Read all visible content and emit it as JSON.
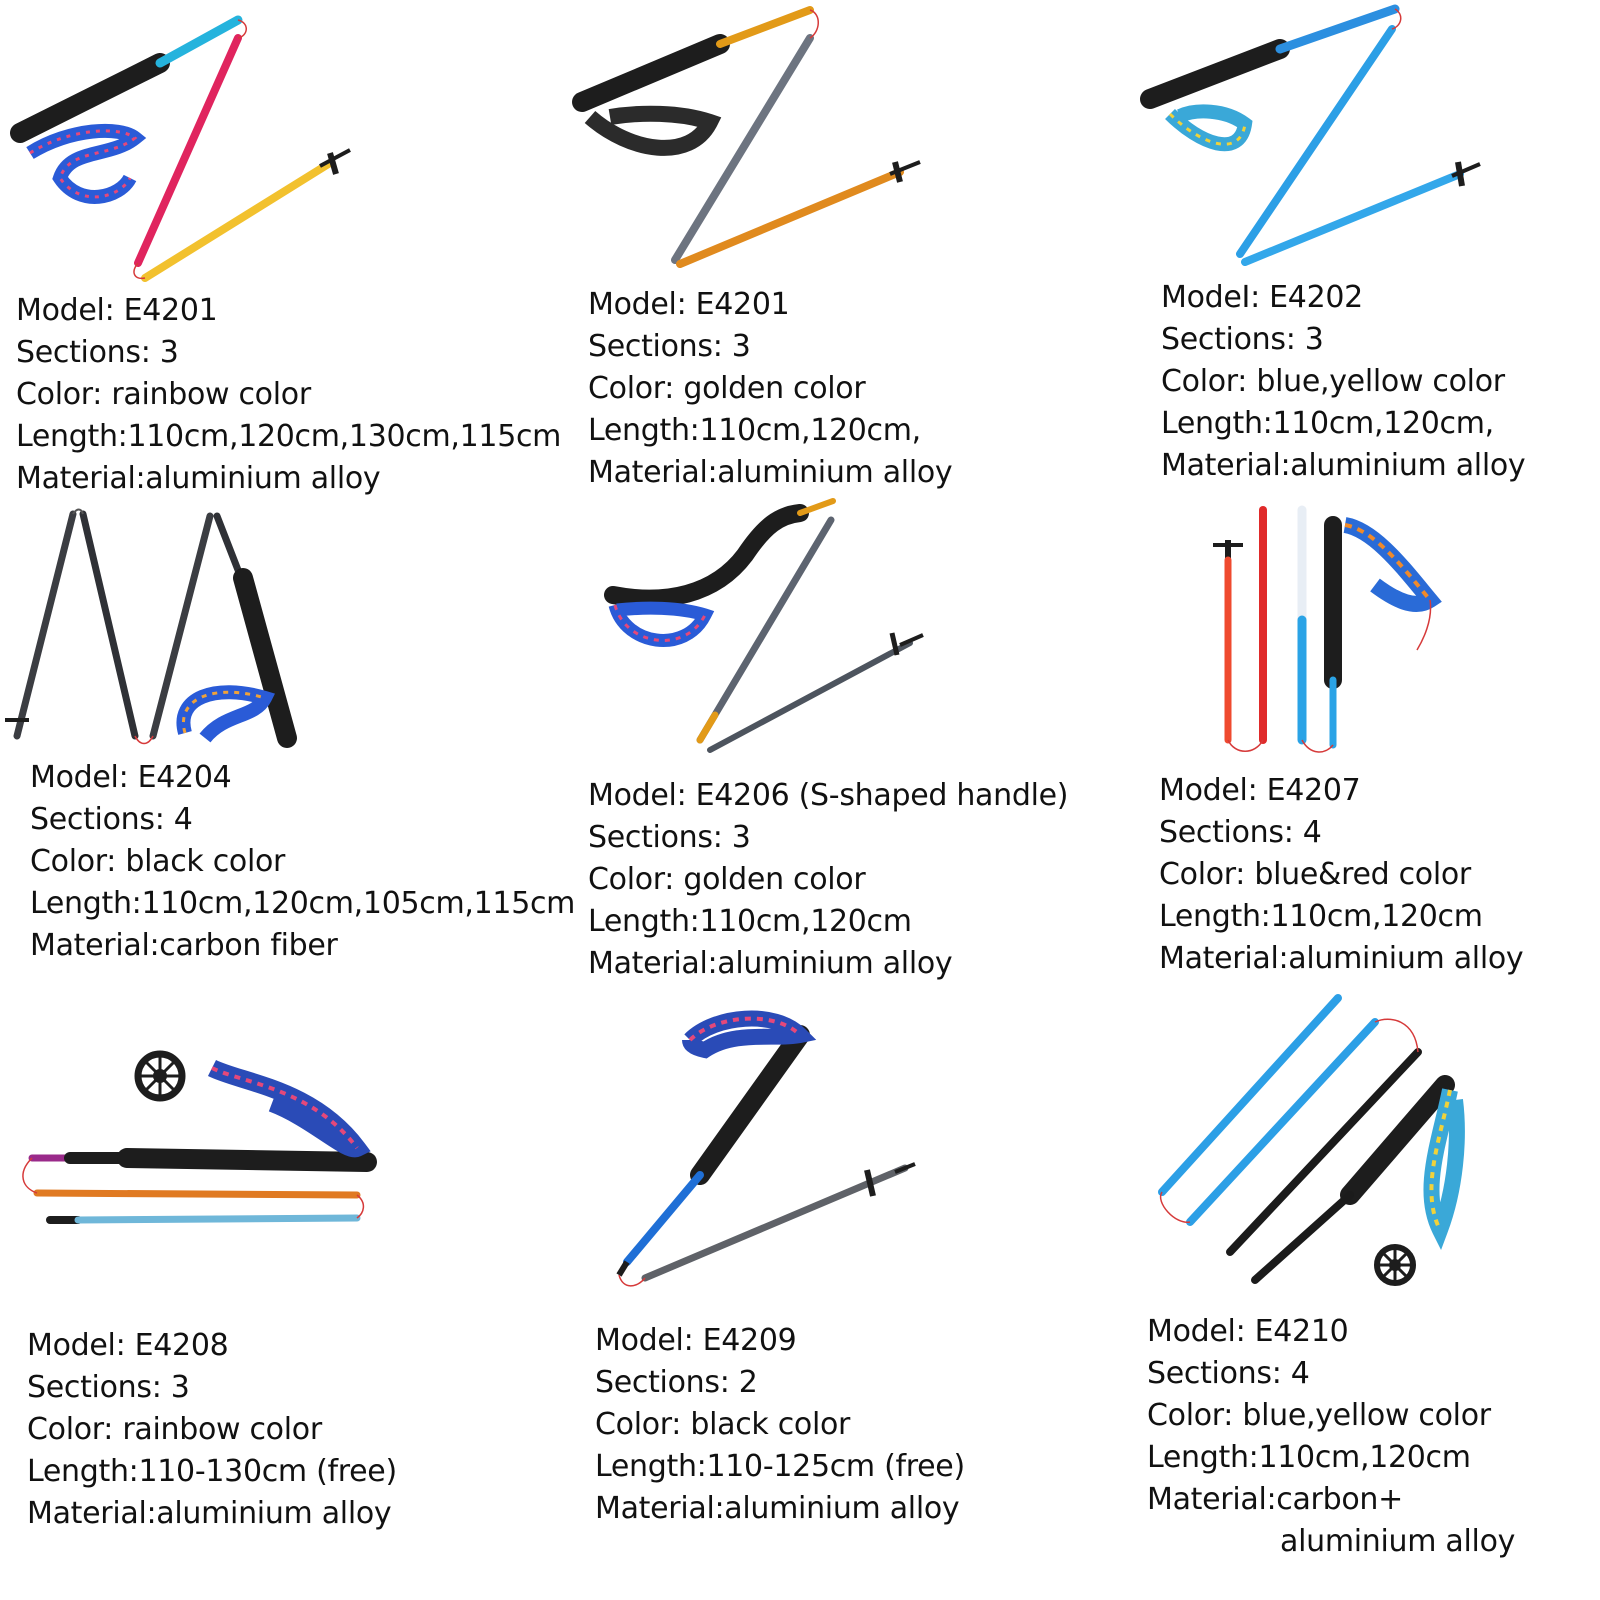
{
  "products": [
    {
      "model": "Model: E4201",
      "sections": "Sections: 3",
      "color": "Color: rainbow color",
      "length": "Length:110cm,120cm,130cm,115cm",
      "material": "Material:aluminium alloy",
      "palette": {
        "handle": "#1d1d1d",
        "s1": "#25b3dd",
        "s2": "#e0245e",
        "s3": "#f2c12e",
        "strap": "#2a5bd7",
        "strap2": "#e5487a"
      }
    },
    {
      "model": "Model: E4201",
      "sections": "Sections: 3",
      "color": "Color: golden color",
      "length": "Length:110cm,120cm,",
      "material": "Material:aluminium alloy",
      "palette": {
        "handle": "#1d1d1d",
        "s1": "#e29a18",
        "s2": "#6d7480",
        "s3": "#e08a1e",
        "strap": "#2b2b2b",
        "strap2": "#d9a23a"
      }
    },
    {
      "model": "ModeI: E4202",
      "sections": "Sections: 3",
      "color": "Color: blue,yellow color",
      "length": "Length:110cm,120cm,",
      "material": "Material:aluminium alloy",
      "palette": {
        "handle": "#1d1d1d",
        "s1": "#2c8fe0",
        "s2": "#2c9fe6",
        "s3": "#33a7ea",
        "strap": "#3aa8d8",
        "strap2": "#f0d23a"
      }
    },
    {
      "model": "Model: E4204",
      "sections": "Sections: 4",
      "color": "Color: black color",
      "length": "Length:110cm,120cm,105cm,115cm",
      "material": "Material:carbon fiber",
      "palette": {
        "handle": "#1d1d1d",
        "s1": "#3b3d42",
        "s2": "#2f3136",
        "s3": "#3b3d42",
        "strap": "#2a5bd7",
        "strap2": "#f0a23a"
      }
    },
    {
      "model": "Model: E4206 (S-shaped handle)",
      "sections": "Sections: 3",
      "color": "Color: golden color",
      "length": "Length:110cm,120cm",
      "material": "Material:aluminium alloy",
      "palette": {
        "handle": "#1d1d1d",
        "s1": "#e29a18",
        "s2": "#5d6470",
        "s3": "#4d545e",
        "strap": "#2a5bd7",
        "strap2": "#e5487a"
      }
    },
    {
      "model": "Model: E4207",
      "sections": "Sections: 4",
      "color": "Color: blue&red color",
      "length": "Length:110cm,120cm",
      "material": "Material:aluminium alloy",
      "palette": {
        "handle": "#1d1d1d",
        "s1": "#ef4a2f",
        "s2": "#e02a2a",
        "s3": "#2aa3e6",
        "strap": "#2a6bd7",
        "strap2": "#f08a2a"
      }
    },
    {
      "model": "Model: E4208",
      "sections": "Sections: 3",
      "color": "Color: rainbow color",
      "length": "Length:110-130cm (free)",
      "material": "Material:aluminium alloy",
      "palette": {
        "handle": "#1d1d1d",
        "s1": "#9a2a8a",
        "s2": "#e07a22",
        "s3": "#6fb7d9",
        "strap": "#2a4bb7",
        "strap2": "#e5487a"
      }
    },
    {
      "model": "Model: E4209",
      "sections": "Sections: 2",
      "color": "Color: black color",
      "length": "Length:110-125cm (free)",
      "material": "Material:aluminium alloy",
      "palette": {
        "handle": "#1d1d1d",
        "s1": "#1f6fd6",
        "s2": "#5f6268",
        "s3": "#5f6268",
        "strap": "#2a4bb7",
        "strap2": "#e5487a"
      }
    },
    {
      "model": "Model: E4210",
      "sections": "Sections: 4",
      "color": "Color: blue,yellow color",
      "length": "Length:110cm,120cm",
      "material": "Material:carbon+",
      "material2": "aluminium alloy",
      "palette": {
        "handle": "#1d1d1d",
        "s1": "#2c9fe6",
        "s2": "#2c9fe6",
        "s3": "#1b1b1b",
        "strap": "#3aa8d8",
        "strap2": "#f0d23a"
      }
    }
  ]
}
